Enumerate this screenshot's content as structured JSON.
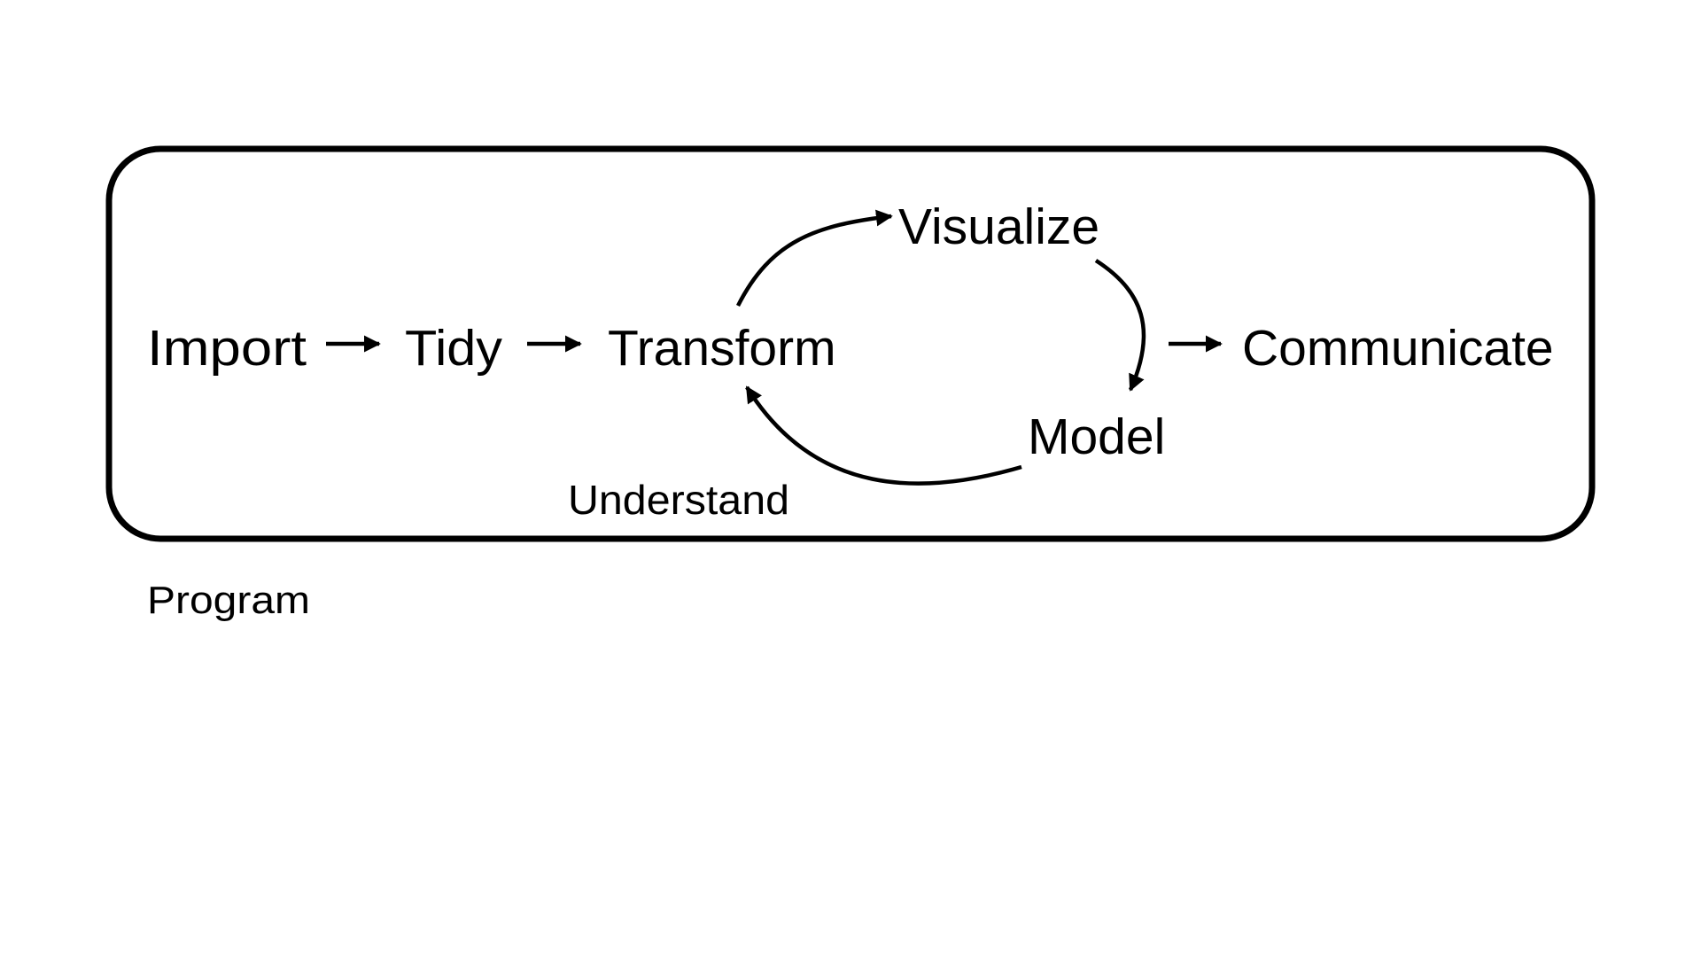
{
  "diagram": {
    "title": "Data science workflow",
    "colors": {
      "ink": "#000000",
      "background": "#ffffff"
    },
    "nodes": {
      "import": "Import",
      "tidy": "Tidy",
      "transform": "Transform",
      "visualize": "Visualize",
      "model": "Model",
      "communicate": "Communicate"
    },
    "cycle_label": "Understand",
    "frame_label": "Program",
    "edges": [
      {
        "from": "Import",
        "to": "Tidy"
      },
      {
        "from": "Tidy",
        "to": "Transform"
      },
      {
        "from": "Transform",
        "to": "Visualize"
      },
      {
        "from": "Visualize",
        "to": "Model"
      },
      {
        "from": "Model",
        "to": "Transform"
      },
      {
        "from": "Model",
        "to": "Communicate"
      }
    ]
  }
}
